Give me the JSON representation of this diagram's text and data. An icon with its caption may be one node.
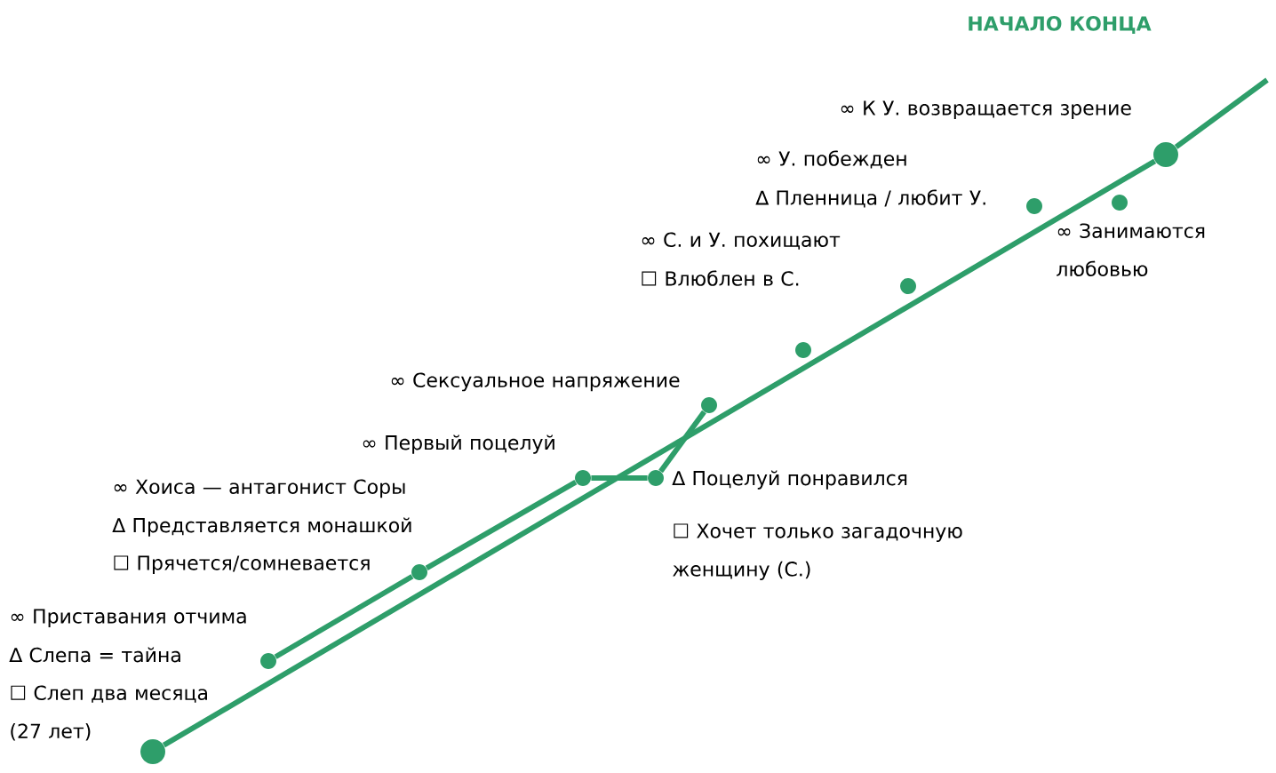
{
  "diagram": {
    "title": "НАЧАЛО КОНЦА",
    "nodes": [
      {
        "text": [],
        "shape": "circle",
        "beside": [
          "☐ Слеп два месяца (27 лет)"
        ]
      },
      {
        "text": [],
        "shape": "circle",
        "beside": [
          "∞ Приставания отчима",
          "∆ Слепа = тайна"
        ]
      },
      {
        "text": [],
        "shape": "circle",
        "beside": [
          "∞ Хоиса — антагонист Соры",
          "∆ Представляется монашкой",
          "☐ Прячется/сомневается"
        ]
      },
      {
        "text": [],
        "shape": "circle",
        "beside": [
          "∞ Первый поцелуй"
        ]
      },
      {
        "text": [],
        "shape": "circle",
        "beside": [
          "∆ Поцелуй понравился",
          "☐ Хочет только загадочную женщину (С.)"
        ]
      },
      {
        "text": [],
        "shape": "circle",
        "beside": [
          "∞ Сексуальное напряжение"
        ]
      },
      {
        "text": [],
        "shape": "circle"
      },
      {
        "text": [],
        "shape": "circle",
        "beside": [
          "∞ С. и У. похищают",
          "☐ Влюблен в С."
        ]
      },
      {
        "text": [],
        "shape": "circle",
        "beside": [
          "∞ У. побежден",
          "∆ Пленница / любит У."
        ]
      },
      {
        "text": [],
        "shape": "circle",
        "beside": [
          "∞ Занимаются любовью"
        ]
      },
      {
        "text": [],
        "shape": "circle",
        "beside": [
          "∞ К У. возвращается зрение"
        ]
      }
    ],
    "edges": [
      {
        "from": 0,
        "to": 10,
        "arrow": "none"
      },
      {
        "from": 10,
        "to": null,
        "arrow": "none"
      },
      {
        "from": 1,
        "to": 2,
        "arrow": "none"
      },
      {
        "from": 2,
        "to": 3,
        "arrow": "none"
      },
      {
        "from": 3,
        "to": 4,
        "arrow": "none"
      },
      {
        "from": 4,
        "to": 5,
        "arrow": "none"
      }
    ]
  }
}
